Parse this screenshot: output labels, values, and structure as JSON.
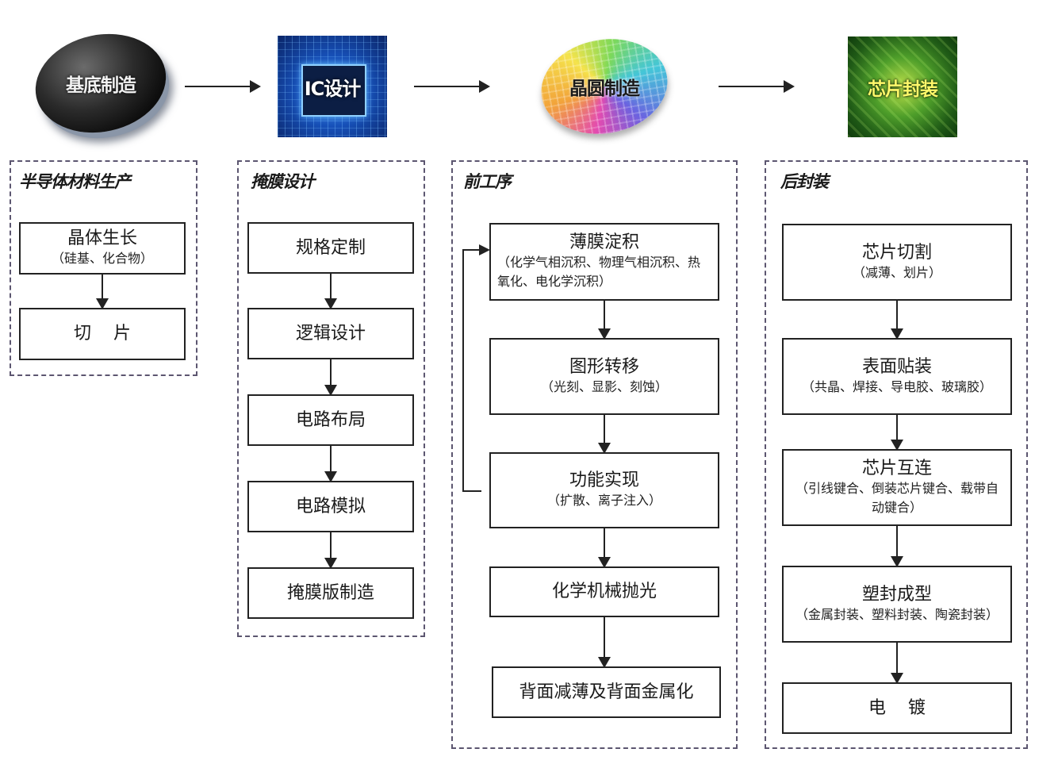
{
  "stages": [
    {
      "label": "基底制造",
      "icon": "wafer-image"
    },
    {
      "label": "IC设计",
      "icon": "ic-chip-image"
    },
    {
      "label": "晶圆制造",
      "icon": "color-wafer-image"
    },
    {
      "label": "芯片封装",
      "icon": "package-chip-image"
    }
  ],
  "groups": [
    {
      "title": "半导体材料生产",
      "steps": [
        {
          "title": "晶体生长",
          "sub": "（硅基、化合物）"
        },
        {
          "title": "切    片",
          "sub": ""
        }
      ]
    },
    {
      "title": "掩膜设计",
      "steps": [
        {
          "title": "规格定制",
          "sub": ""
        },
        {
          "title": "逻辑设计",
          "sub": ""
        },
        {
          "title": "电路布局",
          "sub": ""
        },
        {
          "title": "电路模拟",
          "sub": ""
        },
        {
          "title": "掩膜版制造",
          "sub": ""
        }
      ]
    },
    {
      "title": "前工序",
      "steps": [
        {
          "title": "薄膜淀积",
          "sub": "（化学气相沉积、物理气相沉积、热氧化、电化学沉积）"
        },
        {
          "title": "图形转移",
          "sub": "（光刻、显影、刻蚀）"
        },
        {
          "title": "功能实现",
          "sub": "（扩散、离子注入）"
        },
        {
          "title": "化学机械抛光",
          "sub": ""
        },
        {
          "title": "背面减薄及背面金属化",
          "sub": ""
        }
      ]
    },
    {
      "title": "后封装",
      "steps": [
        {
          "title": "芯片切割",
          "sub": "（减薄、划片）"
        },
        {
          "title": "表面贴装",
          "sub": "（共晶、焊接、导电胶、玻璃胶）"
        },
        {
          "title": "芯片互连",
          "sub": "（引线键合、倒装芯片键合、载带自动键合）"
        },
        {
          "title": "塑封成型",
          "sub": "（金属封装、塑料封装、陶瓷封装）"
        },
        {
          "title": "电    镀",
          "sub": ""
        }
      ]
    }
  ]
}
